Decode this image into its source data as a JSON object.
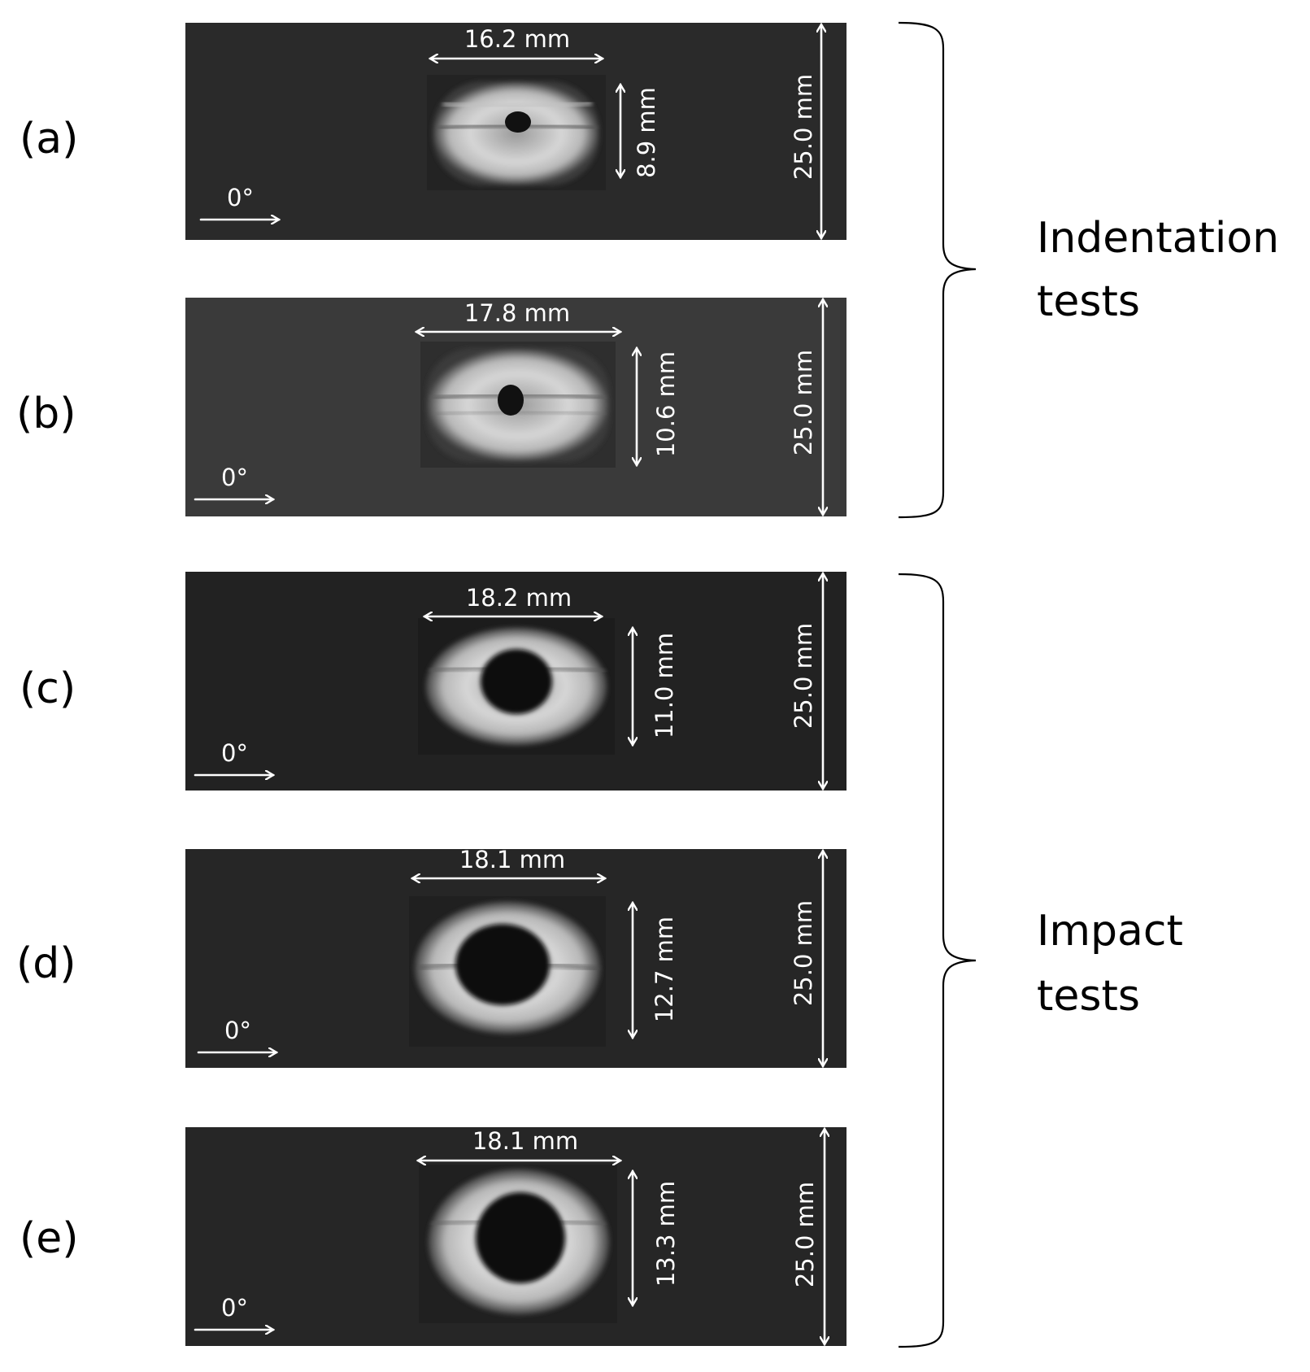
{
  "panels": [
    {
      "label": "(a)",
      "width_label": "16.2 mm",
      "height_label": "8.9 mm",
      "strip_label": "25.0 mm",
      "orientation_label": "0°",
      "damage_level": 0.18
    },
    {
      "label": "(b)",
      "width_label": "17.8 mm",
      "height_label": "10.6 mm",
      "strip_label": "25.0 mm",
      "orientation_label": "0°",
      "damage_level": 0.22
    },
    {
      "label": "(c)",
      "width_label": "18.2 mm",
      "height_label": "11.0 mm",
      "strip_label": "25.0 mm",
      "orientation_label": "0°",
      "damage_level": 0.45
    },
    {
      "label": "(d)",
      "width_label": "18.1 mm",
      "height_label": "12.7 mm",
      "strip_label": "25.0 mm",
      "orientation_label": "0°",
      "damage_level": 0.6
    },
    {
      "label": "(e)",
      "width_label": "18.1 mm",
      "height_label": "13.3 mm",
      "strip_label": "25.0 mm",
      "orientation_label": "0°",
      "damage_level": 0.62
    }
  ],
  "groups": [
    {
      "line1": "Indentation",
      "line2": "tests"
    },
    {
      "line1": "Impact",
      "line2": "tests"
    }
  ],
  "colors": {
    "strip_a": "#2a2a2a",
    "strip_b": "#3a3a3a",
    "strip_c": "#222222",
    "strip_d": "#262626",
    "strip_e": "#262626",
    "annotation": "#ffffff"
  }
}
